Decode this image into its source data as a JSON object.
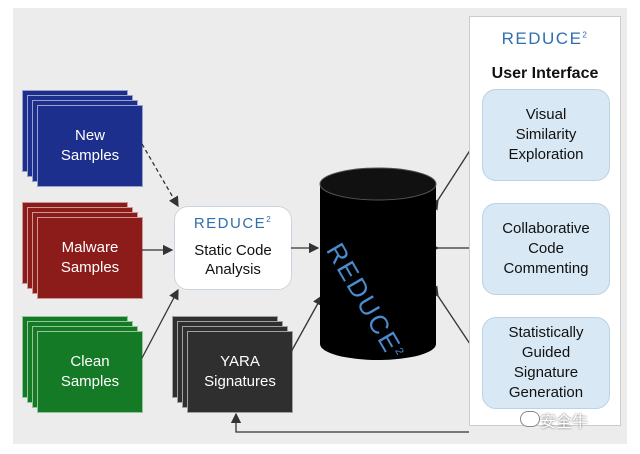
{
  "inputs": {
    "new_samples": "New\nSamples",
    "malware_samples": "Malware\nSamples",
    "clean_samples": "Clean\nSamples",
    "yara_signatures": "YARA\nSignatures"
  },
  "analysis": {
    "logo": "REDUCE",
    "logo_sup": "2",
    "title": "Static Code\nAnalysis"
  },
  "database": {
    "label": "REDUCE",
    "sup": "2"
  },
  "ui_panel": {
    "logo": "REDUCE",
    "logo_sup": "2",
    "title": "User Interface",
    "boxes": [
      "Visual\nSimilarity\nExploration",
      "Collaborative\nCode\nCommenting",
      "Statistically\nGuided\nSignature\nGeneration"
    ]
  },
  "watermark": "安全牛",
  "colors": {
    "new_samples": "#1d2f8c",
    "malware_samples": "#8c1c1a",
    "clean_samples": "#157a25",
    "yara": "#2f2f2f",
    "ui_box": "#d8e8f4",
    "logo_blue": "#2f6fae"
  }
}
